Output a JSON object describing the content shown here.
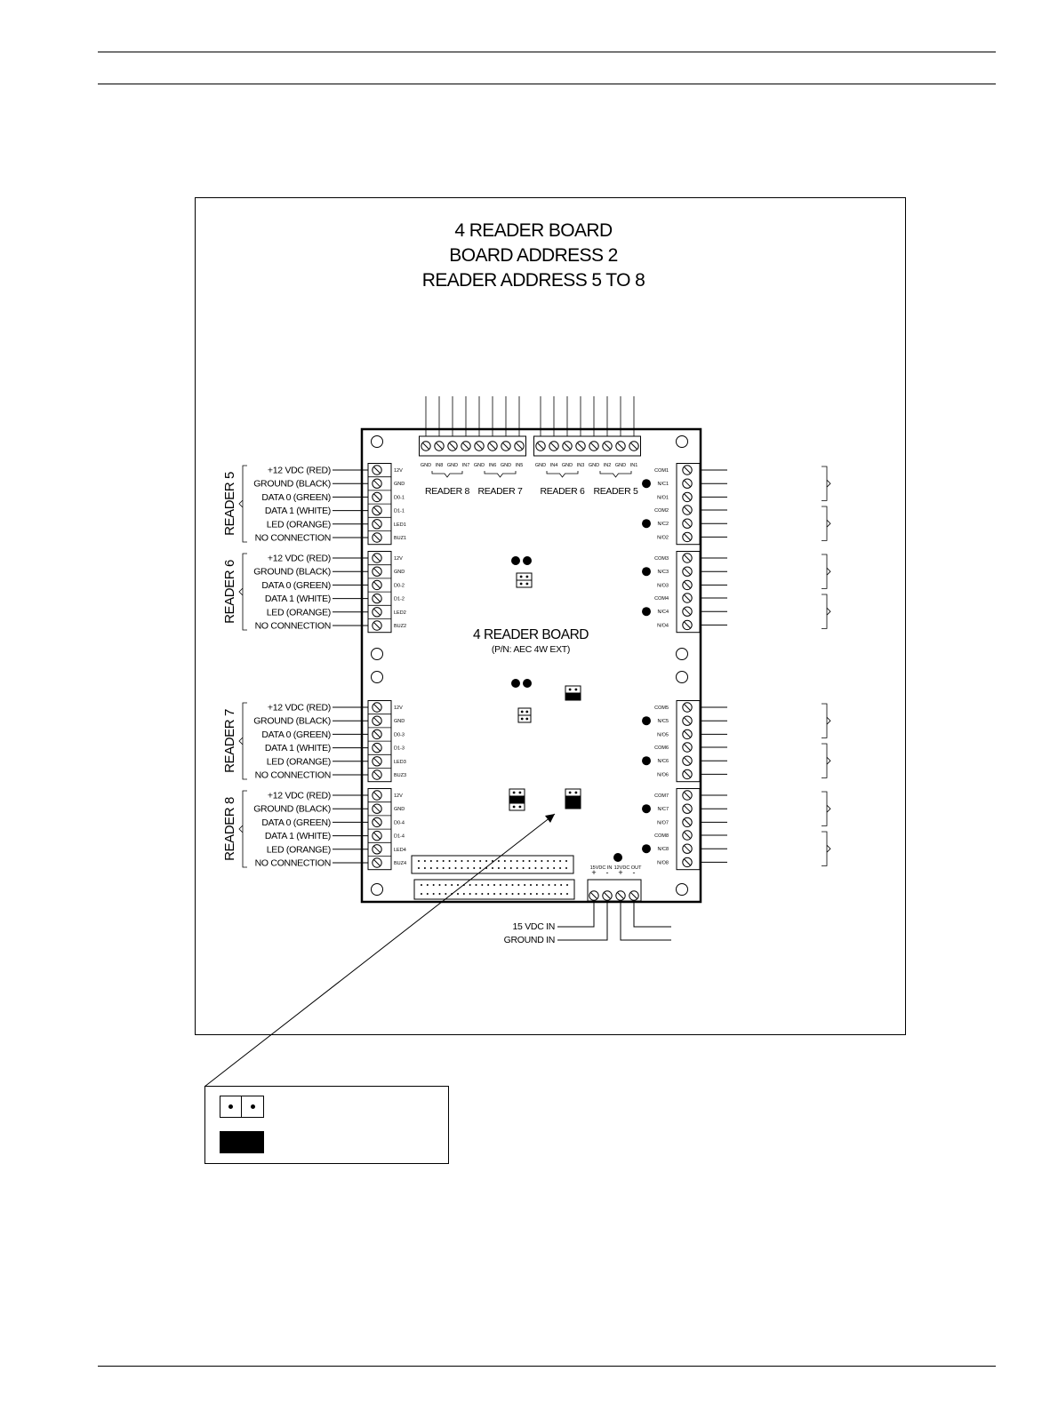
{
  "diagram": {
    "title_lines": [
      "4 READER BOARD",
      "BOARD ADDRESS 2",
      "READER ADDRESS 5 TO 8"
    ],
    "board_label": "4 READER BOARD",
    "board_part_number": "(P/N: AEC 4W EXT)",
    "reader_groups": [
      {
        "name": "READER 5"
      },
      {
        "name": "READER 6"
      },
      {
        "name": "READER 7"
      },
      {
        "name": "READER 8"
      }
    ],
    "wire_labels": [
      "+12 VDC (RED)",
      "GROUND (BLACK)",
      "DATA 0 (GREEN)",
      "DATA 1 (WHITE)",
      "LED (ORANGE)",
      "NO CONNECTION"
    ],
    "left_pin_labels": [
      [
        "12V",
        "GND",
        "D0-1",
        "D1-1",
        "LED1",
        "BUZ1"
      ],
      [
        "12V",
        "GND",
        "D0-2",
        "D1-2",
        "LED2",
        "BUZ2"
      ],
      [
        "12V",
        "GND",
        "D0-3",
        "D1-3",
        "LED3",
        "BUZ3"
      ],
      [
        "12V",
        "GND",
        "D0-4",
        "D1-4",
        "LED4",
        "BUZ4"
      ]
    ],
    "top_pin_labels": [
      "GND",
      "IN8",
      "GND",
      "IN7",
      "GND",
      "IN6",
      "GND",
      "IN5",
      "GND",
      "IN4",
      "GND",
      "IN3",
      "GND",
      "IN2",
      "GND",
      "IN1"
    ],
    "top_reader_labels": [
      "READER 8",
      "READER 7",
      "READER 6",
      "READER 5"
    ],
    "right_pin_labels": [
      "COM1",
      "N/C1",
      "N/O1",
      "COM2",
      "N/C2",
      "N/O2",
      "COM3",
      "N/C3",
      "N/O3",
      "COM4",
      "N/C4",
      "N/O4",
      "COM5",
      "N/C5",
      "N/O5",
      "COM6",
      "N/C6",
      "N/O6",
      "COM7",
      "N/C7",
      "N/O7",
      "COM8",
      "N/C8",
      "N/O8"
    ],
    "power_terminal_labels": [
      "15VDC IN",
      "12VDC OUT"
    ],
    "power_polarity": [
      "+",
      "-",
      "+",
      "-"
    ],
    "power_wire_labels": [
      "15 VDC IN",
      "GROUND IN"
    ]
  },
  "legend": {
    "items": [
      {
        "symbol": "jumper-open",
        "text": ""
      },
      {
        "symbol": "jumper-closed",
        "text": ""
      }
    ]
  }
}
